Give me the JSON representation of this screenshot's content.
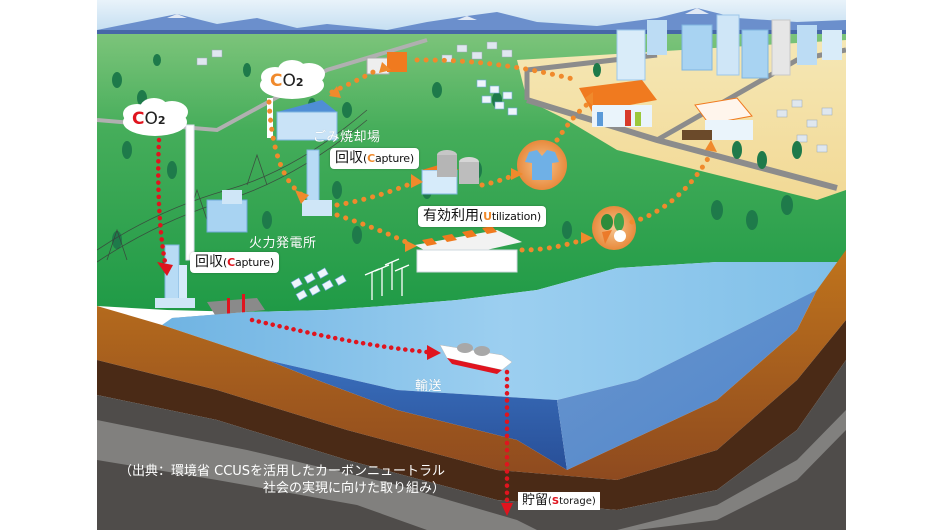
{
  "diagram": {
    "title": "CCUS carbon capture, utilization and storage overview",
    "colors": {
      "sky": "#cfe6f5",
      "mountain": "#5b7fc2",
      "grass": "#3aa655",
      "grass_dark": "#229a48",
      "sea_light": "#8ec9ec",
      "sea_mid": "#5aa2d8",
      "sea_deep": "#2f5ea8",
      "soil_orange": "#b5651d",
      "soil_dark": "#4a2a16",
      "rock_dark": "#4f4c4a",
      "rock_light": "#8a8987",
      "arrow_orange": "#f08a2c",
      "arrow_red": "#e0141e",
      "capture_red": "#e0141e",
      "capture_orange": "#f08a2c"
    },
    "clouds": [
      {
        "id": "power-plant-cloud",
        "text_c": "C",
        "text_o": "O",
        "text_sub": "2",
        "c_color": "#e0141e"
      },
      {
        "id": "incinerator-cloud",
        "text_c": "C",
        "text_o": "O",
        "text_sub": "2",
        "c_color": "#f08a2c"
      }
    ],
    "labels": {
      "incinerator": "ごみ焼却場",
      "power_plant": "火力発電所",
      "transport": "輸送"
    },
    "capture_incinerator": {
      "jp": "回収",
      "open": "(",
      "initial": "C",
      "rest": "apture)",
      "initial_color": "#f08a2c"
    },
    "capture_power": {
      "jp": "回収",
      "open": "(",
      "initial": "C",
      "rest": "apture)",
      "initial_color": "#e0141e"
    },
    "utilization": {
      "jp": "有効利用",
      "open": "(",
      "initial": "U",
      "rest": "tilization)",
      "initial_color": "#f08a2c"
    },
    "storage": {
      "jp": "貯留",
      "open": "(",
      "initial": "S",
      "rest": "torage)",
      "initial_color": "#e0141e"
    },
    "source_note": {
      "line1": "（出典：環境省 CCUSを活用したカーボンニュートラル",
      "line2": "社会の実現に向けた取り組み）"
    },
    "icons": {
      "shirt": "clothing-product-icon",
      "vegetables": "vegetables-icon"
    }
  }
}
